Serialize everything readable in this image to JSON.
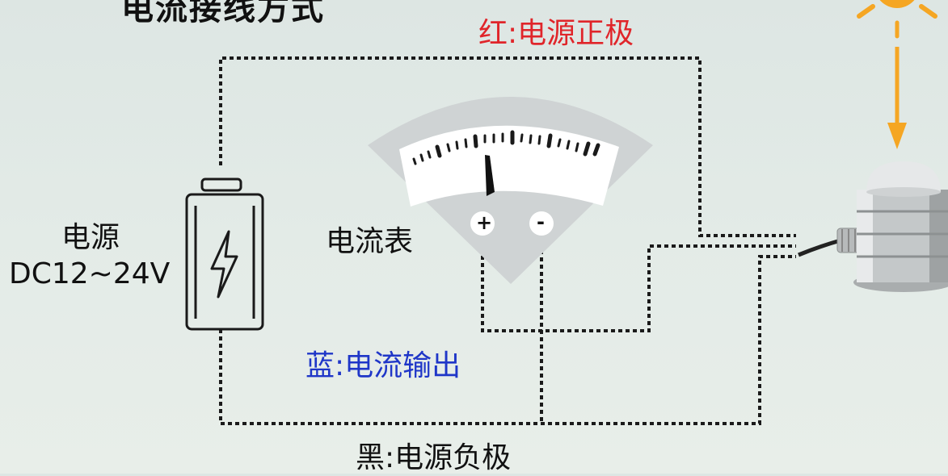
{
  "title": "电流接线方式",
  "wires": {
    "red_label": "红:电源正极",
    "blue_label": "蓝:电流输出",
    "black_label": "黑:电源负极"
  },
  "ammeter": {
    "label": "电流表",
    "plus_symbol": "+",
    "minus_symbol": "-"
  },
  "power_supply": {
    "label_line1": "电源",
    "label_line2": "DC12~24V"
  },
  "colors": {
    "red": "#e0252a",
    "blue": "#1f36c8",
    "black": "#111111",
    "sun": "#f5a623"
  },
  "icons": [
    "battery-icon",
    "lightning-icon",
    "sun-icon",
    "arrow-down-icon",
    "sensor-icon",
    "ammeter-icon"
  ]
}
